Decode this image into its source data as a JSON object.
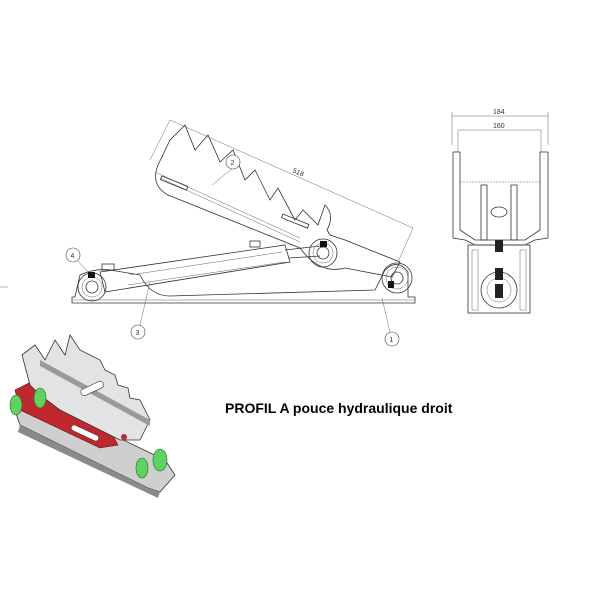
{
  "caption": "PROFIL A pouce hydraulique droit",
  "side_view": {
    "dimension_length": "518",
    "balloons": [
      "1",
      "2",
      "3",
      "4"
    ]
  },
  "front_view": {
    "dimension_outer": "184",
    "dimension_inner": "160"
  },
  "colors": {
    "plate": "#d9d9d9",
    "cylinder": "#c0282d",
    "pins": "#5fd35f"
  }
}
